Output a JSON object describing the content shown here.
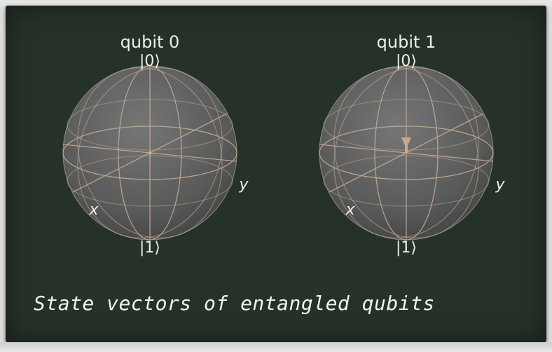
{
  "spheres": [
    {
      "title": "qubit 0",
      "north": "|0⟩",
      "south": "|1⟩",
      "x_axis": "x",
      "y_axis": "y",
      "state_vector": "none"
    },
    {
      "title": "qubit 1",
      "north": "|0⟩",
      "south": "|1⟩",
      "x_axis": "x",
      "y_axis": "y",
      "state_vector": "short-toward-center"
    }
  ],
  "caption": "State vectors of entangled qubits",
  "colors": {
    "board": "#263229",
    "sphere_fill": "#6e6e6e",
    "grid_lines": "#c9ad98",
    "arrow": "#c8a88c",
    "text": "#eeeeee"
  }
}
